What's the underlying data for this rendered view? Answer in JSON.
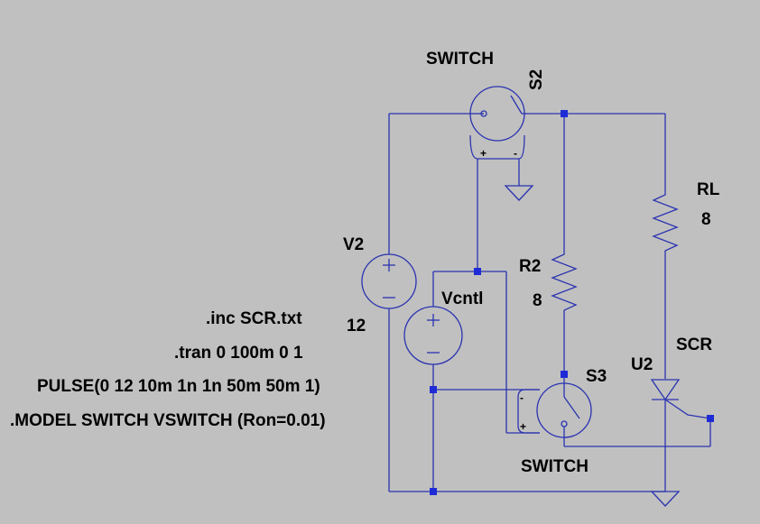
{
  "colors": {
    "background": "#c0c0c0",
    "wire": "#2a33b0",
    "junction": "#1e2bd6",
    "text": "#000000"
  },
  "components": {
    "s2": {
      "model": "SWITCH",
      "name": "S2"
    },
    "s3": {
      "model": "SWITCH",
      "name": "S3"
    },
    "v2": {
      "name": "V2",
      "value": "12"
    },
    "vcntl": {
      "name": "Vcntl"
    },
    "r2": {
      "name": "R2",
      "value": "8"
    },
    "rl": {
      "name": "RL",
      "value": "8"
    },
    "u2": {
      "name": "U2",
      "model": "SCR"
    }
  },
  "pin_labels": {
    "plus": "+",
    "minus": "-"
  },
  "directives": {
    "inc": ".inc SCR.txt",
    "tran": ".tran 0 100m 0 1",
    "pulse": "PULSE(0 12 10m 1n 1n 50m 50m 1)",
    "model": ".MODEL SWITCH VSWITCH (Ron=0.01)"
  }
}
